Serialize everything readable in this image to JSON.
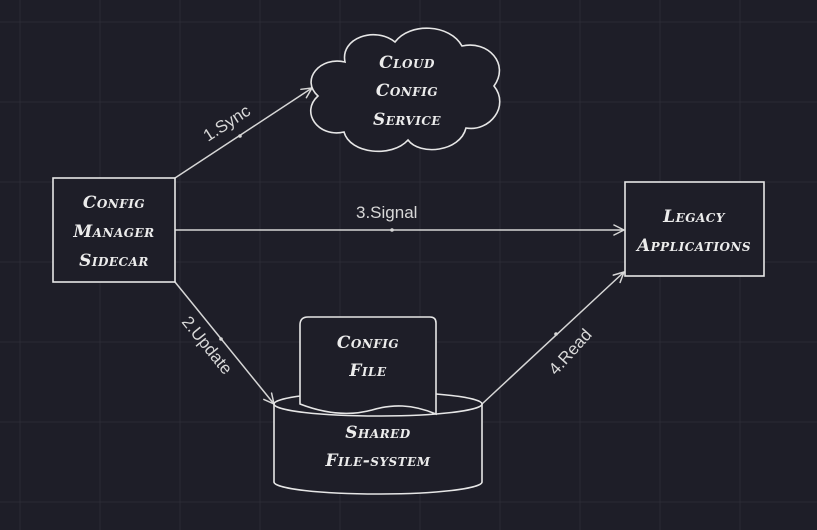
{
  "nodes": {
    "cloud": {
      "lines": [
        "Cloud",
        "Config",
        "Service"
      ]
    },
    "config_manager": {
      "lines": [
        "Config",
        "Manager",
        "Sidecar"
      ]
    },
    "legacy_apps": {
      "lines": [
        "Legacy",
        "Applications"
      ]
    },
    "config_file": {
      "lines": [
        "Config",
        "File"
      ]
    },
    "shared_fs": {
      "lines": [
        "Shared",
        "File-system"
      ]
    }
  },
  "edges": {
    "sync": {
      "label": "1.Sync"
    },
    "update": {
      "label": "2.Update"
    },
    "signal": {
      "label": "3.Signal"
    },
    "read": {
      "label": "4.Read"
    }
  },
  "colors": {
    "background": "#1e1e28",
    "stroke": "#e6e6e6",
    "text": "#ececec"
  }
}
